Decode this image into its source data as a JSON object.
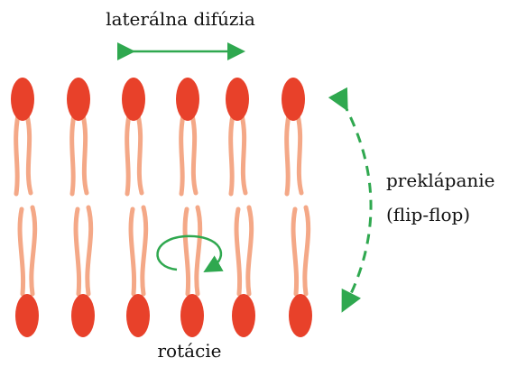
{
  "labels": {
    "lateral_diffusion": "laterálna difúzia",
    "flip_flop_line1": "preklápanie",
    "flip_flop_line2": "(flip-flop)",
    "rotation": "rotácie"
  },
  "lipids": {
    "columns": 6,
    "leaflets": [
      "upper",
      "lower"
    ]
  },
  "colors": {
    "head": "#e8412a",
    "tail": "#f4a887",
    "arrow": "#2fa84f",
    "text": "#111111"
  }
}
